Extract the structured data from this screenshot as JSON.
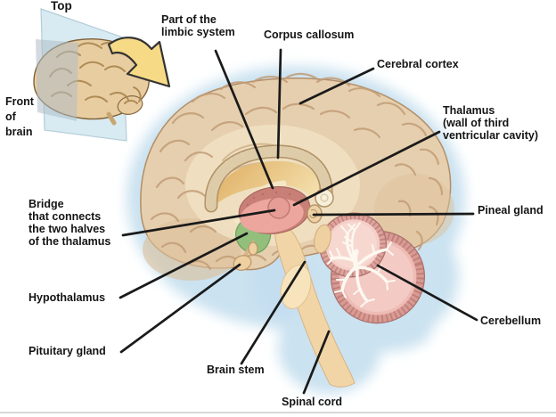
{
  "figure_type": "brain-sagittal-section-diagram",
  "inset": {
    "top_label": "Top",
    "front_label": "Front\nof\nbrain"
  },
  "labels": {
    "limbic": "Part of the\nlimbic system",
    "corpus_callosum": "Corpus callosum",
    "cerebral_cortex": "Cerebral cortex",
    "thalamus": "Thalamus\n(wall of third\nventricular cavity)",
    "pineal": "Pineal gland",
    "bridge": "Bridge\nthat connects\nthe two halves\nof the thalamus",
    "hypothalamus": "Hypothalamus",
    "pituitary": "Pituitary gland",
    "brain_stem": "Brain stem",
    "spinal_cord": "Spinal cord",
    "cerebellum": "Cerebellum"
  },
  "colors": {
    "cortex_tan": "#e6cfae",
    "gyri_line": "#c29d77",
    "halo_blue": "#cbe2f0",
    "corpus_callosum_cream": "#f7f0dc",
    "ventricle_gold": "#dfae62",
    "thalamus_pink": "#eca69e",
    "thalamus_dark": "#c87f76",
    "hypothalamus_green": "#93bf7d",
    "brainstem_tan": "#f2d5a6",
    "cerebellum_pink": "#eebbb5",
    "cerebellum_ridge": "#c08078",
    "arbor_vitae_white": "#fdf8f0",
    "plane_blue": "#d8eaf2",
    "arrow_yellow": "#f7da85",
    "leader_line": "#1a1a1a"
  }
}
